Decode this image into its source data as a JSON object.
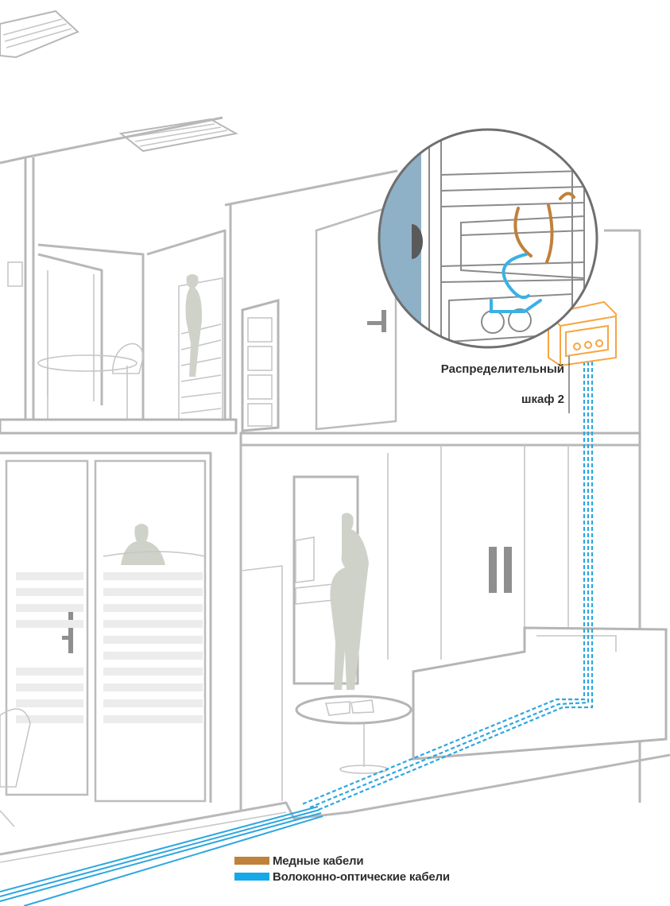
{
  "callout": {
    "cabinet_line1": "Распределительный",
    "cabinet_line2": "шкаф 2"
  },
  "legend": [
    {
      "label": "Медные кабели",
      "color": "#c0813b"
    },
    {
      "label": "Волоконно-оптические кабели",
      "color": "#15a9e8"
    }
  ],
  "colors": {
    "copper": "#c0813b",
    "fiber": "#2ea7e0",
    "cabinet": "#f7a642",
    "rack_door": "#8fb1c8"
  }
}
